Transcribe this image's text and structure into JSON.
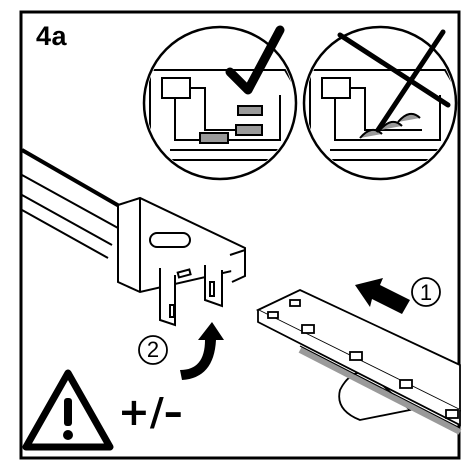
{
  "step_label": "4a",
  "step_numbers": {
    "first": "1",
    "second": "2"
  },
  "polarity": "+/–",
  "icons": {
    "correct": "checkmark-icon",
    "incorrect": "cross-icon",
    "warning": "warning-triangle-icon"
  },
  "colors": {
    "line": "#000000",
    "strip_gray": "#9a9a9a",
    "background": "#ffffff"
  }
}
